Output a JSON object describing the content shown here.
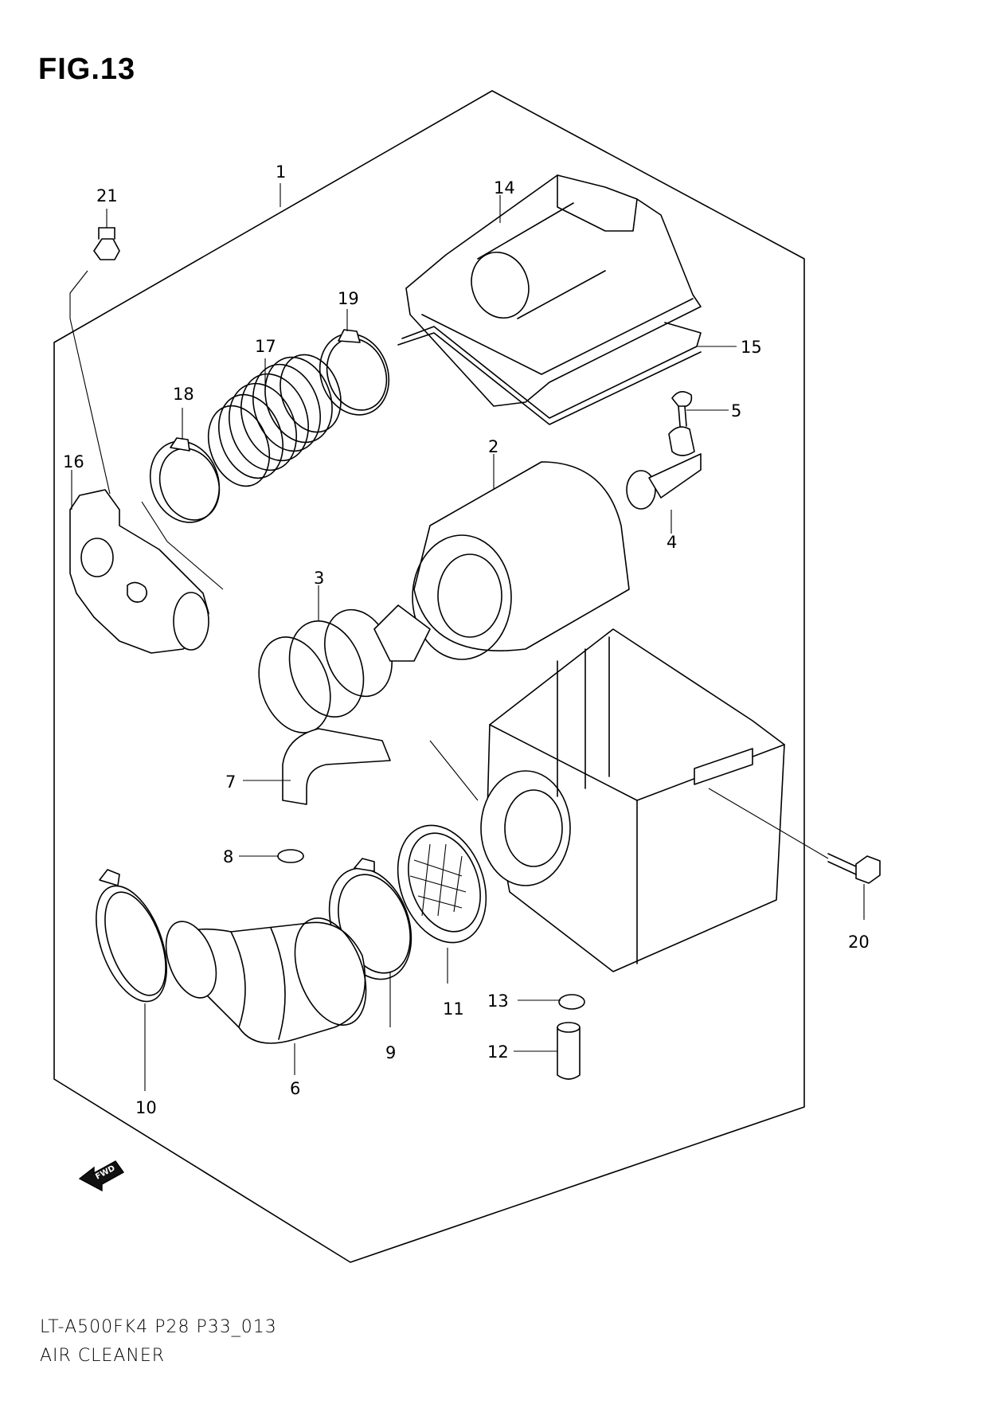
{
  "figure": {
    "title": "FIG.13"
  },
  "footer": {
    "model_code": "LT-A500FK4 P28 P33_013",
    "assembly_name": "AIR CLEANER"
  },
  "fwd_badge": {
    "label": "FWD"
  },
  "callouts": [
    {
      "num": "1"
    },
    {
      "num": "2"
    },
    {
      "num": "3"
    },
    {
      "num": "4"
    },
    {
      "num": "5"
    },
    {
      "num": "6"
    },
    {
      "num": "7"
    },
    {
      "num": "8"
    },
    {
      "num": "9"
    },
    {
      "num": "10"
    },
    {
      "num": "11"
    },
    {
      "num": "12"
    },
    {
      "num": "13"
    },
    {
      "num": "14"
    },
    {
      "num": "15"
    },
    {
      "num": "16"
    },
    {
      "num": "17"
    },
    {
      "num": "18"
    },
    {
      "num": "19"
    },
    {
      "num": "20"
    },
    {
      "num": "21"
    }
  ]
}
